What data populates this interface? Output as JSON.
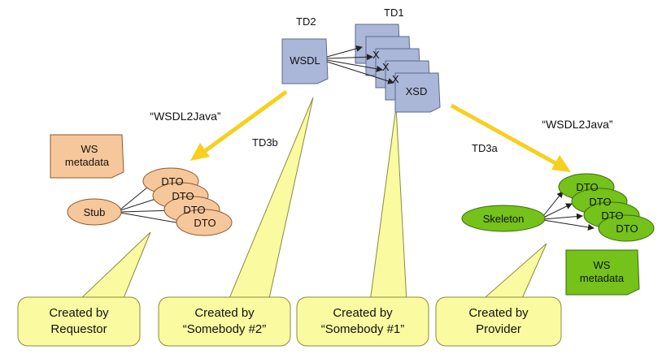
{
  "colors": {
    "doc_fill": "#aab7d8",
    "doc_stroke": "#5a6a8e",
    "orange_fill": "#f6c79b",
    "orange_stroke": "#8a5a2e",
    "green_fill": "#74c21a",
    "green_stroke": "#3a6b08",
    "callout_fill": "#fafaa0",
    "callout_stroke": "#8a8a40",
    "arrow_yellow": "#f7cf1d",
    "line": "#222222"
  },
  "labels": {
    "td2": "TD2",
    "td1": "TD1",
    "td3b": "TD3b",
    "td3a": "TD3a",
    "wsdl2java_left": "“WSDL2Java”",
    "wsdl2java_right": "“WSDL2Java”"
  },
  "docs": {
    "wsdl": "WSDL",
    "xsd_stack": [
      "X",
      "X",
      "X",
      "XSD"
    ]
  },
  "requestor": {
    "metadata_line1": "WS",
    "metadata_line2": "metadata",
    "stub": "Stub",
    "dtos": [
      "DTO",
      "DTO",
      "DTO",
      "DTO"
    ]
  },
  "provider": {
    "skeleton": "Skeleton",
    "dtos": [
      "DTO",
      "DTO",
      "DTO",
      "DTO"
    ],
    "metadata_line1": "WS",
    "metadata_line2": "metadata"
  },
  "callouts": [
    {
      "line1": "Created by",
      "line2": "Requestor"
    },
    {
      "line1": "Created by",
      "line2": "“Somebody #2”"
    },
    {
      "line1": "Created by",
      "line2": "“Somebody #1”"
    },
    {
      "line1": "Created by",
      "line2": "Provider"
    }
  ]
}
